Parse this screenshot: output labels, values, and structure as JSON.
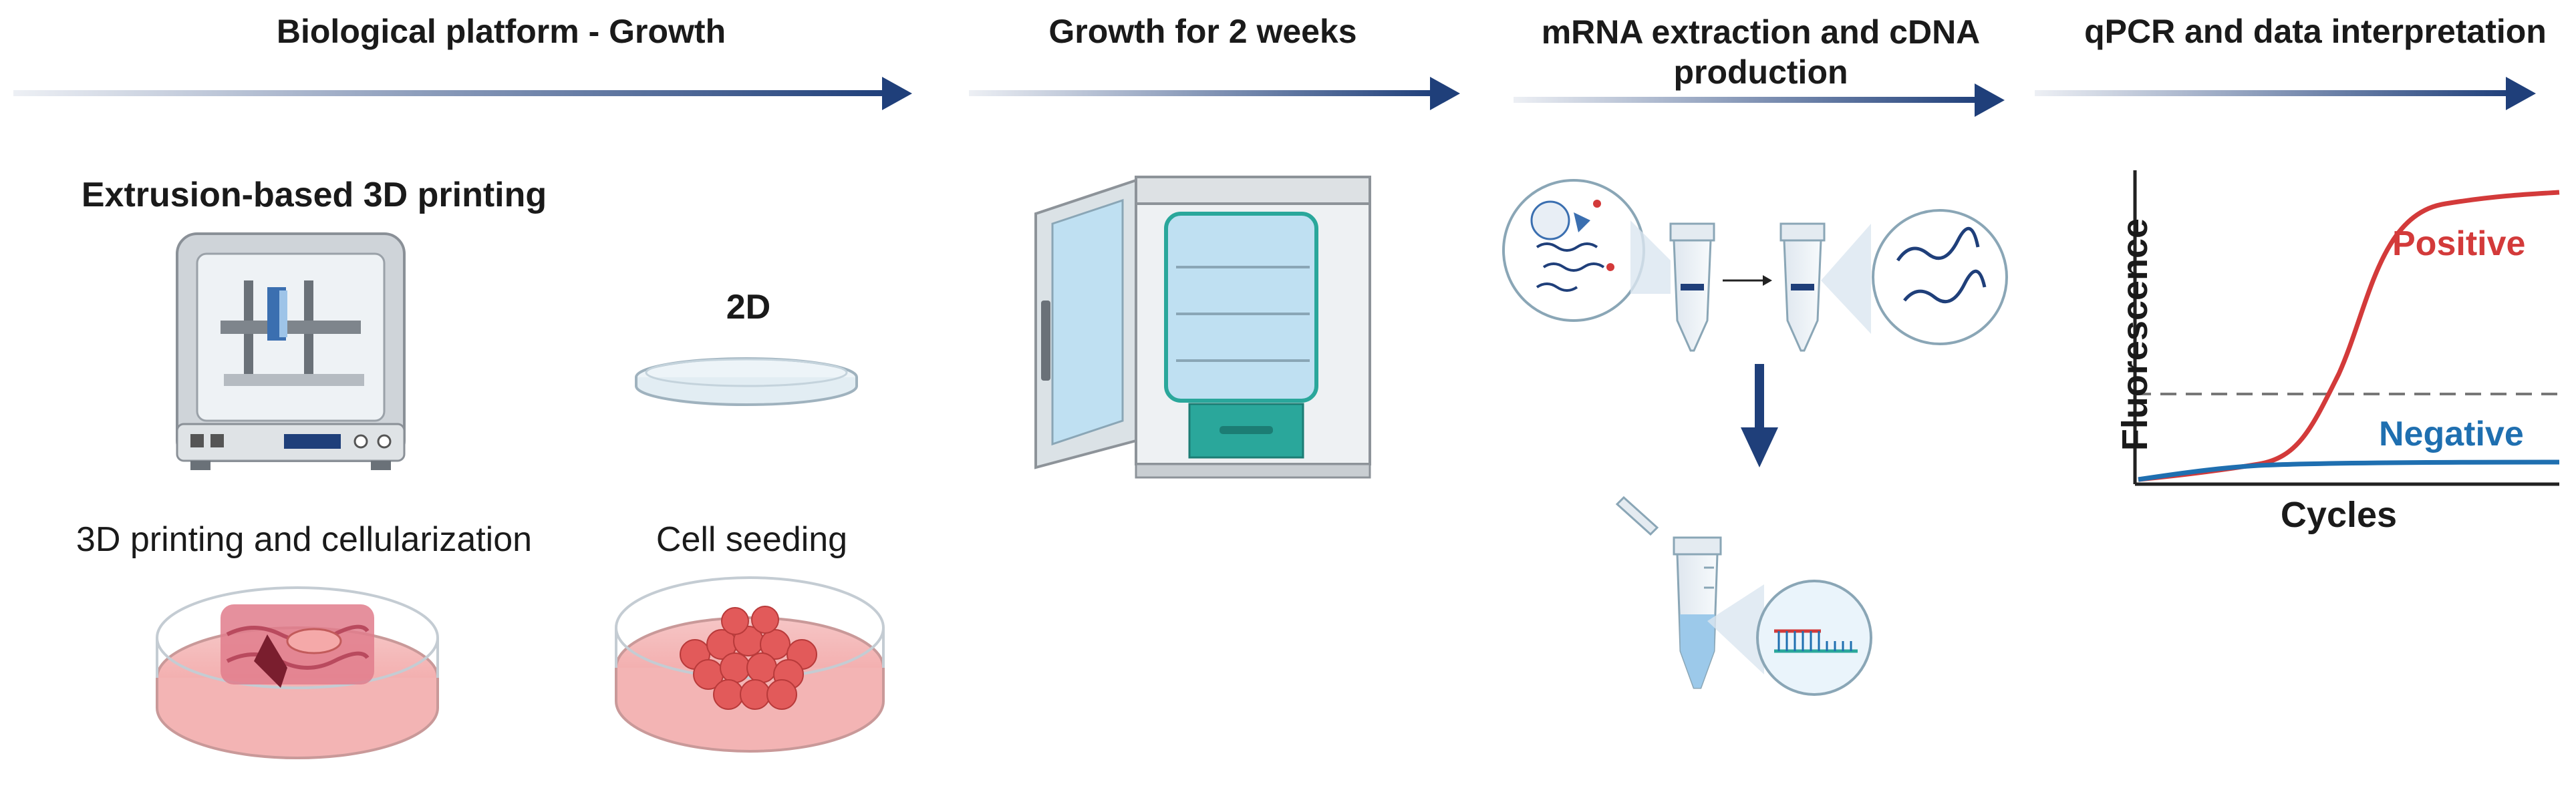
{
  "headers": {
    "stage1": "Biological platform - Growth",
    "stage2": "Growth for 2 weeks",
    "stage3": "mRNA extraction and cDNA production",
    "stage4": "qPCR and data interpretation"
  },
  "labels": {
    "extrusion": "Extrusion-based 3D printing",
    "twoD": "2D",
    "cellularization": "3D printing and cellularization",
    "seeding": "Cell seeding"
  },
  "graph": {
    "ylabel": "Fluorescence",
    "xlabel": "Cycles",
    "positive": "Positive",
    "negative": "Negative"
  },
  "colors": {
    "arrow": "#1f3f7a",
    "positive": "#d33a3a",
    "negative": "#1f6fb0",
    "threshold": "#777777",
    "incubator_door": "#2aa79b"
  }
}
